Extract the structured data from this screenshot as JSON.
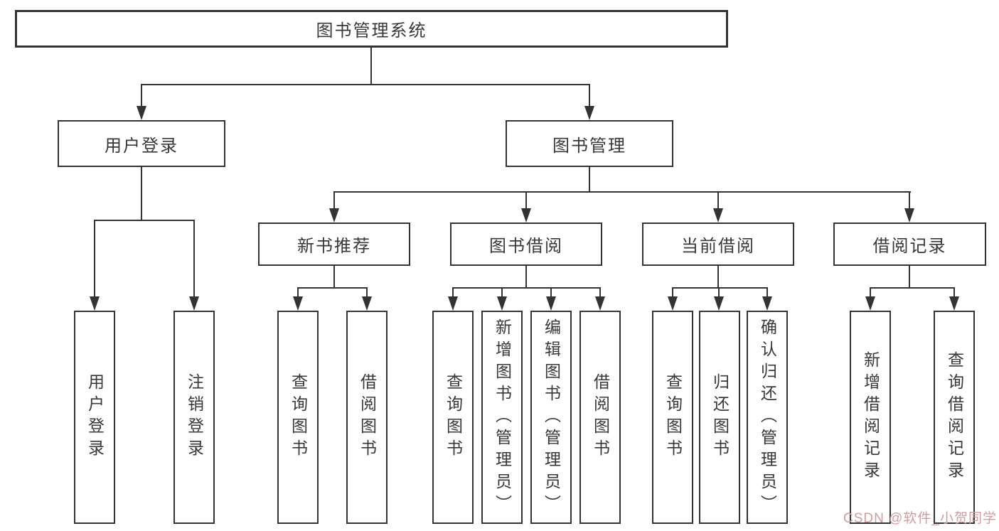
{
  "colors": {
    "background": "#ffffff",
    "box_background": "#ffffff",
    "line": "#333333",
    "text": "#383838",
    "watermark": "#cf9e9e"
  },
  "tree": {
    "root": "图书管理系统",
    "level2": [
      {
        "label": "用户登录"
      },
      {
        "label": "图书管理"
      }
    ],
    "level3": [
      {
        "label": "新书推荐"
      },
      {
        "label": "图书借阅"
      },
      {
        "label": "当前借阅"
      },
      {
        "label": "借阅记录"
      }
    ],
    "leaves": {
      "login": [
        "用户登录",
        "注销登录"
      ],
      "newbook": [
        "查询图书",
        "借阅图书"
      ],
      "borrow": [
        "查询图书",
        "新增图书（管理员）",
        "编辑图书（管理员）",
        "借阅图书"
      ],
      "current": [
        "查询图书",
        "归还图书",
        "确认归还（管理员）"
      ],
      "records": [
        "新增借阅记录",
        "查询借阅记录"
      ]
    }
  },
  "watermark": {
    "text": "CSDN @软件_小贺同学"
  }
}
